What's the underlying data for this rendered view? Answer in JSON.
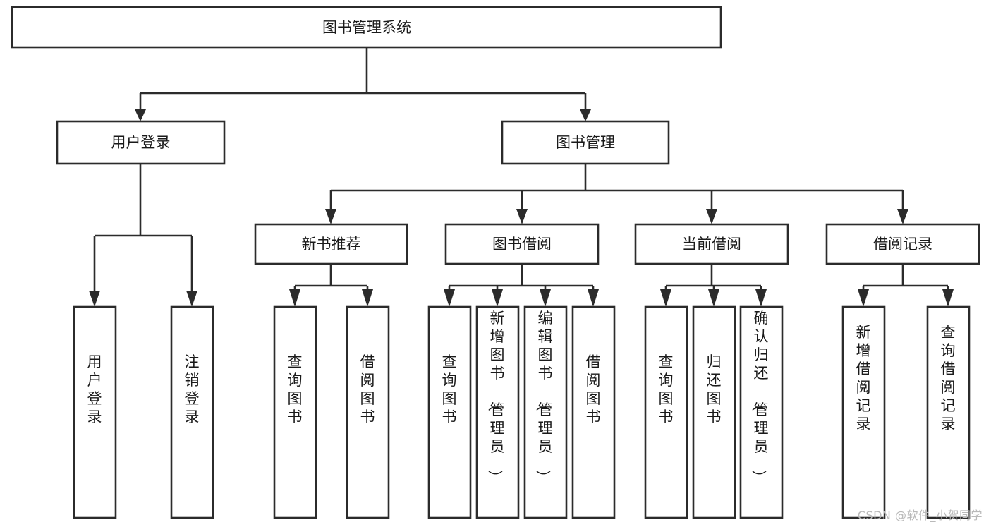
{
  "diagram": {
    "title": "图书管理系统",
    "type": "tree-hierarchy-chart",
    "colors": {
      "box_stroke": "#2b2b2b",
      "box_fill": "#ffffff",
      "connector": "#2b2b2b",
      "text": "#1a1a1a",
      "background": "#ffffff",
      "watermark": "#b9b9b9"
    },
    "root": {
      "label": "图书管理系统"
    },
    "level2": [
      {
        "label": "用户登录"
      },
      {
        "label": "图书管理"
      }
    ],
    "level3": [
      {
        "label": "新书推荐"
      },
      {
        "label": "图书借阅"
      },
      {
        "label": "当前借阅"
      },
      {
        "label": "借阅记录"
      }
    ],
    "leaves": {
      "user_login": [
        {
          "label": "用户登录"
        },
        {
          "label": "注销登录"
        }
      ],
      "new_book": [
        {
          "label": "查询图书"
        },
        {
          "label": "借阅图书"
        }
      ],
      "book_borrow": [
        {
          "label": "查询图书"
        },
        {
          "label": "新增图书（管理员）"
        },
        {
          "label": "编辑图书（管理员）"
        },
        {
          "label": "借阅图书"
        }
      ],
      "current_borrow": [
        {
          "label": "查询图书"
        },
        {
          "label": "归还图书"
        },
        {
          "label": "确认归还（管理员）"
        }
      ],
      "borrow_record": [
        {
          "label": "新增借阅记录"
        },
        {
          "label": "查询借阅记录"
        }
      ]
    }
  },
  "watermark": {
    "text": "CSDN @软件_小贺同学"
  }
}
